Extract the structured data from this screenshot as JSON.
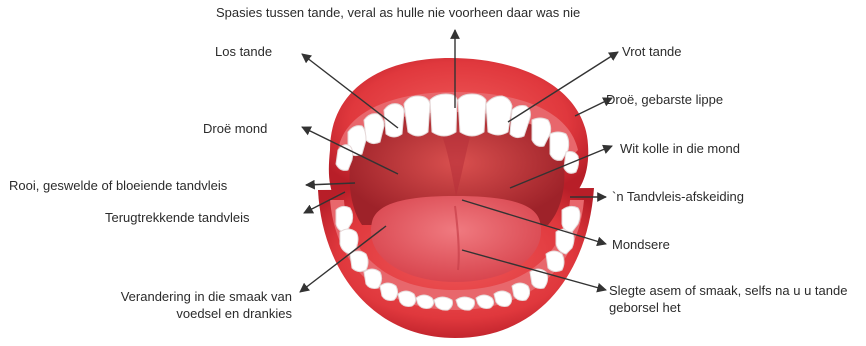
{
  "labels": {
    "top": "Spasies tussen tande, veral as hulle nie voorheen daar was nie",
    "los_tande": "Los tande",
    "vrot_tande": "Vrot tande",
    "droe_lippe": "Droë, gebarste lippe",
    "droe_mond": "Droë mond",
    "wit_kolle": "Wit kolle in die mond",
    "rooi_tandvleis": "Rooi, geswelde of bloeiende tandvleis",
    "terugtrekkende": "Terugtrekkende tandvleis",
    "tandvleis_afskeiding": "`n Tandvleis-afskeiding",
    "mondsere": "Mondsere",
    "smaak": "Verandering in die smaak van voedsel en drankies",
    "asem": "Slegte asem of smaak, selfs na u u tande geborsel het"
  },
  "colors": {
    "lips": "#e0383d",
    "lips_dark": "#b81e28",
    "mouth": "#c63a3c",
    "tongue": "#e65a62",
    "gums": "#e8676c",
    "teeth": "#ffffff",
    "arrow": "#333333",
    "text": "#2b2b2b"
  }
}
